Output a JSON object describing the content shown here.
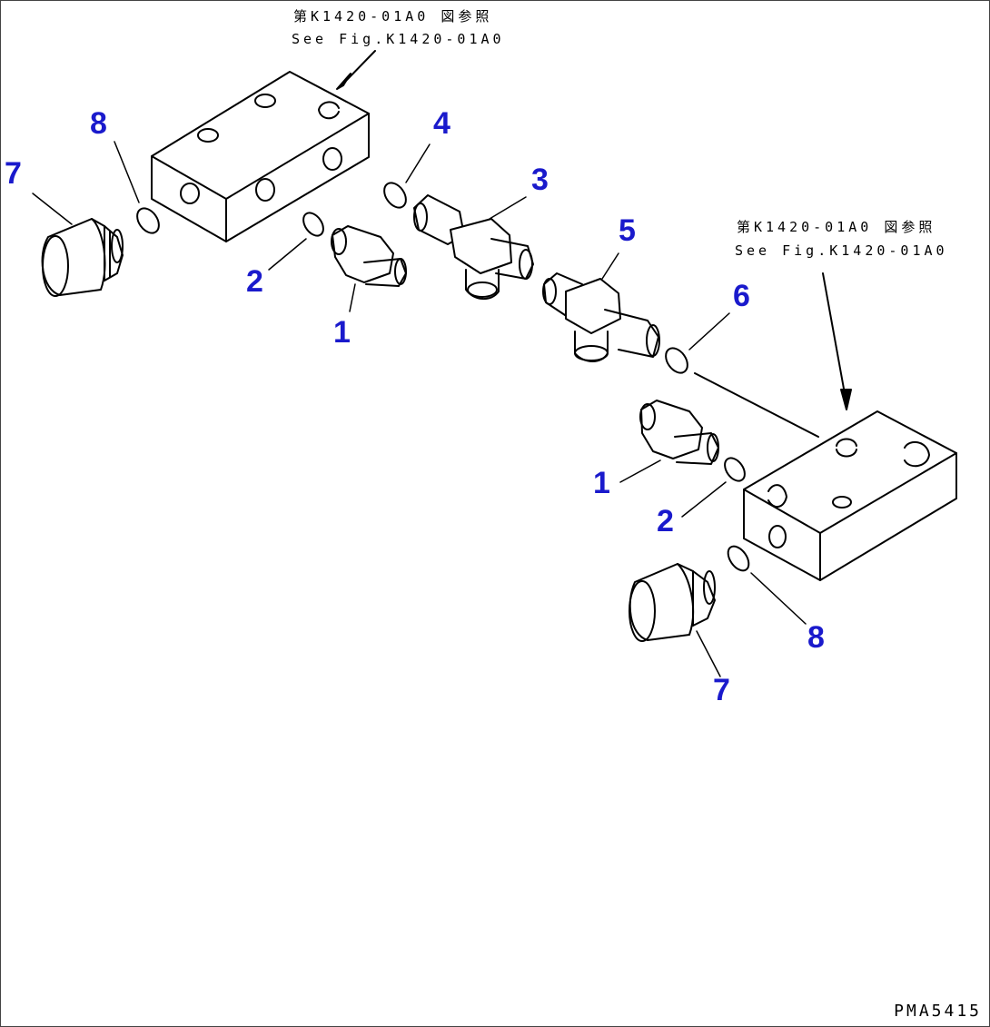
{
  "references": {
    "top_left_jp": "第K1420-01A0 図参照",
    "top_left_en": "See Fig.K1420-01A0",
    "right_jp": "第K1420-01A0 図参照",
    "right_en": "See Fig.K1420-01A0"
  },
  "callouts": {
    "left_1": "1",
    "left_2": "2",
    "item_3": "3",
    "item_4": "4",
    "item_5": "5",
    "item_6": "6",
    "left_7": "7",
    "left_8": "8",
    "right_1": "1",
    "right_2": "2",
    "right_7": "7",
    "right_8": "8"
  },
  "figure_id": "PMA5415",
  "colors": {
    "callout": "#1a1acc",
    "line": "#000000"
  }
}
